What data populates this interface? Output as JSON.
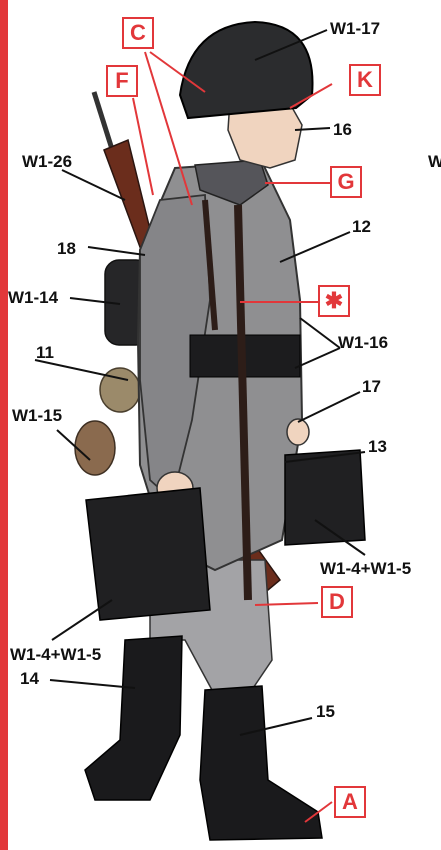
{
  "colors": {
    "accent": "#e2373a",
    "uniform": "#8f8f91",
    "trousers": "#a3a3a6",
    "helmet": "#2b2c2e",
    "boots": "#1a1a1c",
    "ammo_box": "#202022",
    "rifle_wood": "#6b2d1c",
    "leather": "#2d1d18",
    "canvas": "#9b8a6a",
    "skin": "#f0d4bf"
  },
  "letter_tags": {
    "c": "C",
    "f": "F",
    "k": "K",
    "g": "G",
    "star": "✱",
    "d": "D",
    "a": "A"
  },
  "labels": {
    "w1_17": "W1-17",
    "num_16": "16",
    "w1_26": "W1-26",
    "num_12": "12",
    "num_18": "18",
    "w1_14": "W1-14",
    "w1_16": "W1-16",
    "num_11": "11",
    "num_17": "17",
    "w1_15": "W1-15",
    "num_13": "13",
    "w1_4_5_right": "W1-4+W1-5",
    "w1_4_5_left": "W1-4+W1-5",
    "num_14": "14",
    "num_15": "15",
    "edge_fragment": "W"
  }
}
